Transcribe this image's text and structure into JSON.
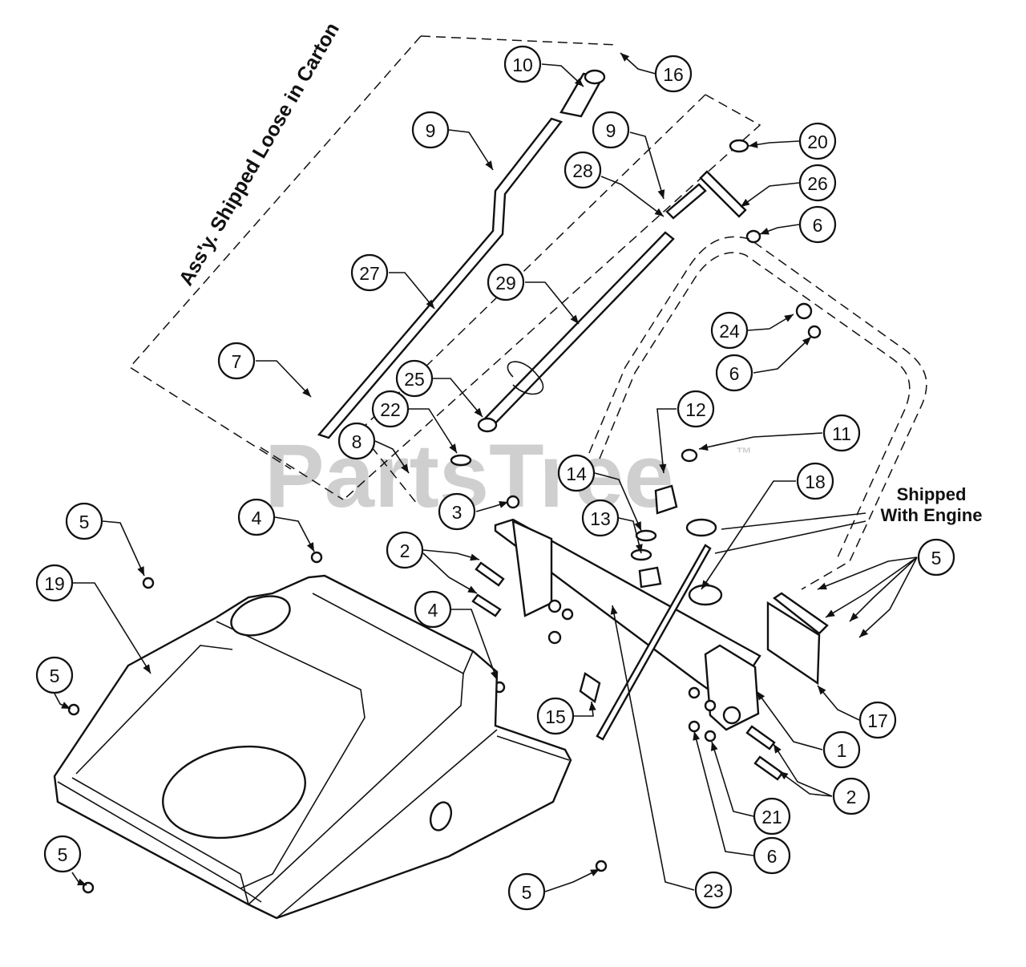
{
  "watermark": {
    "text": "PartsTree",
    "tm": "™"
  },
  "notes": {
    "carton": "Ass'y. Shipped Loose in Carton",
    "engine_line1": "Shipped",
    "engine_line2": "With Engine"
  },
  "callouts": [
    {
      "id": "c10",
      "label": "10"
    },
    {
      "id": "c16",
      "label": "16"
    },
    {
      "id": "c9a",
      "label": "9"
    },
    {
      "id": "c9b",
      "label": "9"
    },
    {
      "id": "c20",
      "label": "20"
    },
    {
      "id": "c28",
      "label": "28"
    },
    {
      "id": "c26",
      "label": "26"
    },
    {
      "id": "c6a",
      "label": "6"
    },
    {
      "id": "c27",
      "label": "27"
    },
    {
      "id": "c29",
      "label": "29"
    },
    {
      "id": "c24",
      "label": "24"
    },
    {
      "id": "c6b",
      "label": "6"
    },
    {
      "id": "c7",
      "label": "7"
    },
    {
      "id": "c25",
      "label": "25"
    },
    {
      "id": "c22",
      "label": "22"
    },
    {
      "id": "c12",
      "label": "12"
    },
    {
      "id": "c11",
      "label": "11"
    },
    {
      "id": "c8",
      "label": "8"
    },
    {
      "id": "c14",
      "label": "14"
    },
    {
      "id": "c18",
      "label": "18"
    },
    {
      "id": "c3",
      "label": "3"
    },
    {
      "id": "c13",
      "label": "13"
    },
    {
      "id": "c5a",
      "label": "5"
    },
    {
      "id": "c4a",
      "label": "4"
    },
    {
      "id": "c2a",
      "label": "2"
    },
    {
      "id": "c5b",
      "label": "5"
    },
    {
      "id": "c19",
      "label": "19"
    },
    {
      "id": "c4b",
      "label": "4"
    },
    {
      "id": "c5c",
      "label": "5"
    },
    {
      "id": "c17",
      "label": "17"
    },
    {
      "id": "c15",
      "label": "15"
    },
    {
      "id": "c1",
      "label": "1"
    },
    {
      "id": "c2b",
      "label": "2"
    },
    {
      "id": "c21",
      "label": "21"
    },
    {
      "id": "c6c",
      "label": "6"
    },
    {
      "id": "c5d",
      "label": "5"
    },
    {
      "id": "c5e",
      "label": "5"
    },
    {
      "id": "c23",
      "label": "23"
    }
  ]
}
